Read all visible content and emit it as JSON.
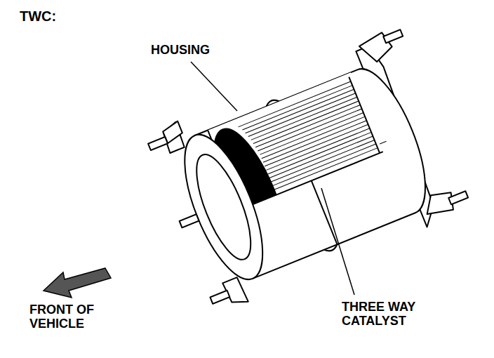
{
  "diagram": {
    "title": "TWC:",
    "labels": [
      "HOUSING",
      "THREE WAY CATALYST",
      "FRONT OF VEHICLE"
    ]
  }
}
